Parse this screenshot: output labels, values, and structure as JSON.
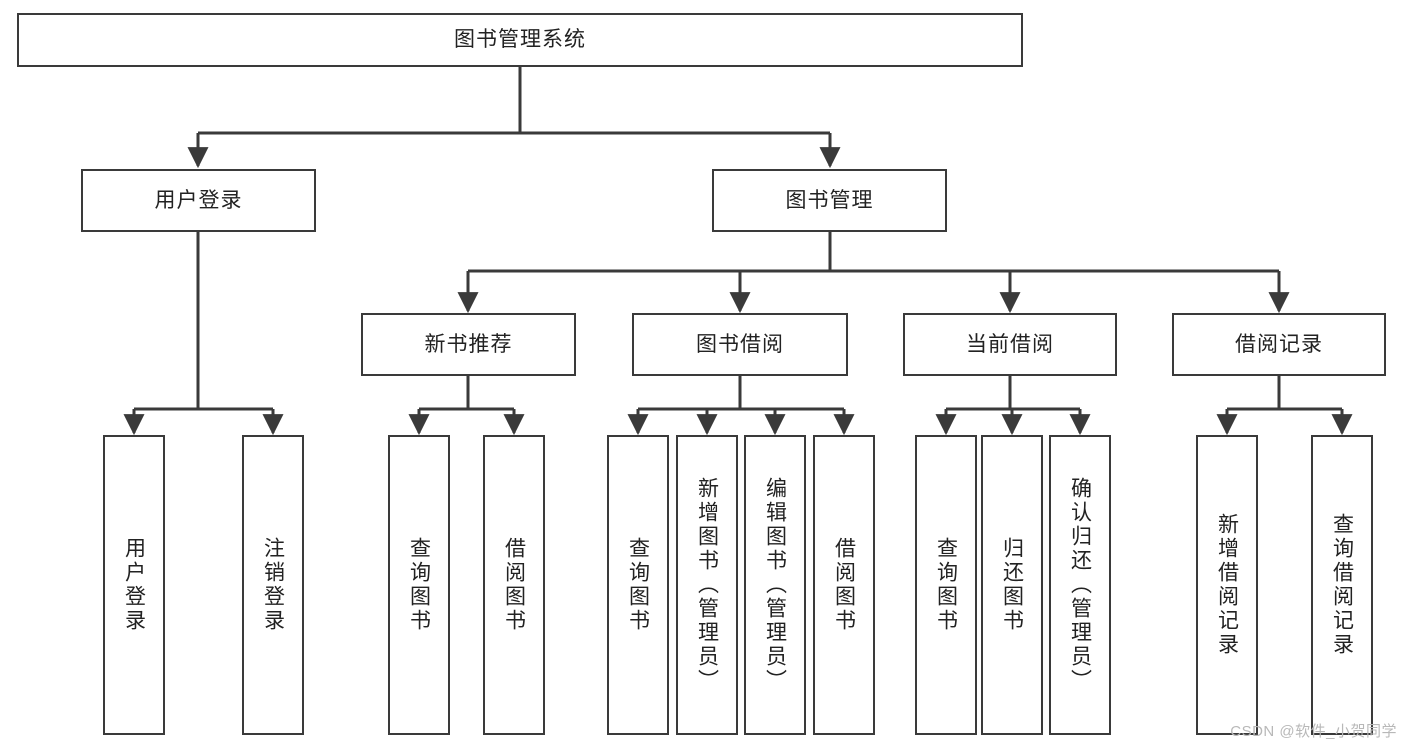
{
  "diagram": {
    "title": "图书管理系统",
    "type": "function-structure-tree",
    "stroke_color": "#3a3a3a",
    "fill_color": "#ffffff",
    "text_color": "#222222",
    "root": {
      "label": "图书管理系统"
    },
    "level2": [
      {
        "label": "用户登录"
      },
      {
        "label": "图书管理"
      }
    ],
    "level3": [
      {
        "label": "新书推荐"
      },
      {
        "label": "图书借阅"
      },
      {
        "label": "当前借阅"
      },
      {
        "label": "借阅记录"
      }
    ],
    "leaves": {
      "user_login": [
        {
          "label": "用户登录"
        },
        {
          "label": "注销登录"
        }
      ],
      "new_book_recommend": [
        {
          "label": "查询图书"
        },
        {
          "label": "借阅图书"
        }
      ],
      "book_borrow": [
        {
          "label": "查询图书"
        },
        {
          "label": "新增图书（管理员）"
        },
        {
          "label": "编辑图书（管理员）"
        },
        {
          "label": "借阅图书"
        }
      ],
      "current_borrow": [
        {
          "label": "查询图书"
        },
        {
          "label": "归还图书"
        },
        {
          "label": "确认归还（管理员）"
        }
      ],
      "borrow_record": [
        {
          "label": "新增借阅记录"
        },
        {
          "label": "查询借阅记录"
        }
      ]
    }
  },
  "watermark": {
    "text": "CSDN @软件_小贺同学"
  }
}
